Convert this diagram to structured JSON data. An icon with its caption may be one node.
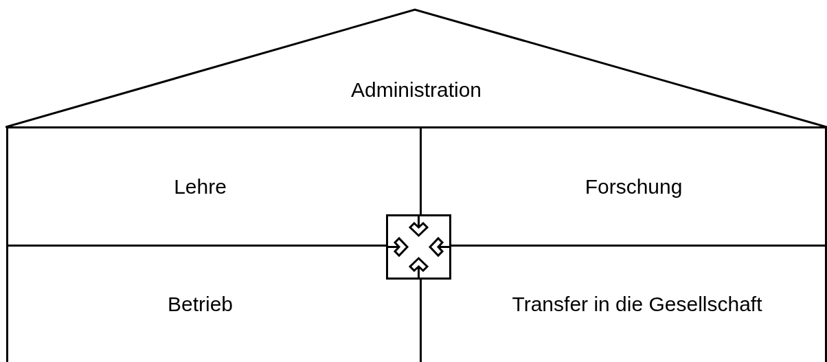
{
  "diagram": {
    "nodes": [
      {
        "text": [
          "Administration"
        ]
      },
      {
        "text": [
          "Lehre"
        ]
      },
      {
        "text": [
          "Forschung"
        ]
      },
      {
        "text": [
          "Betrieb"
        ]
      },
      {
        "text": [
          "Transfer in die Gesellschaft"
        ]
      },
      {
        "text": [],
        "shape": "box"
      }
    ]
  }
}
